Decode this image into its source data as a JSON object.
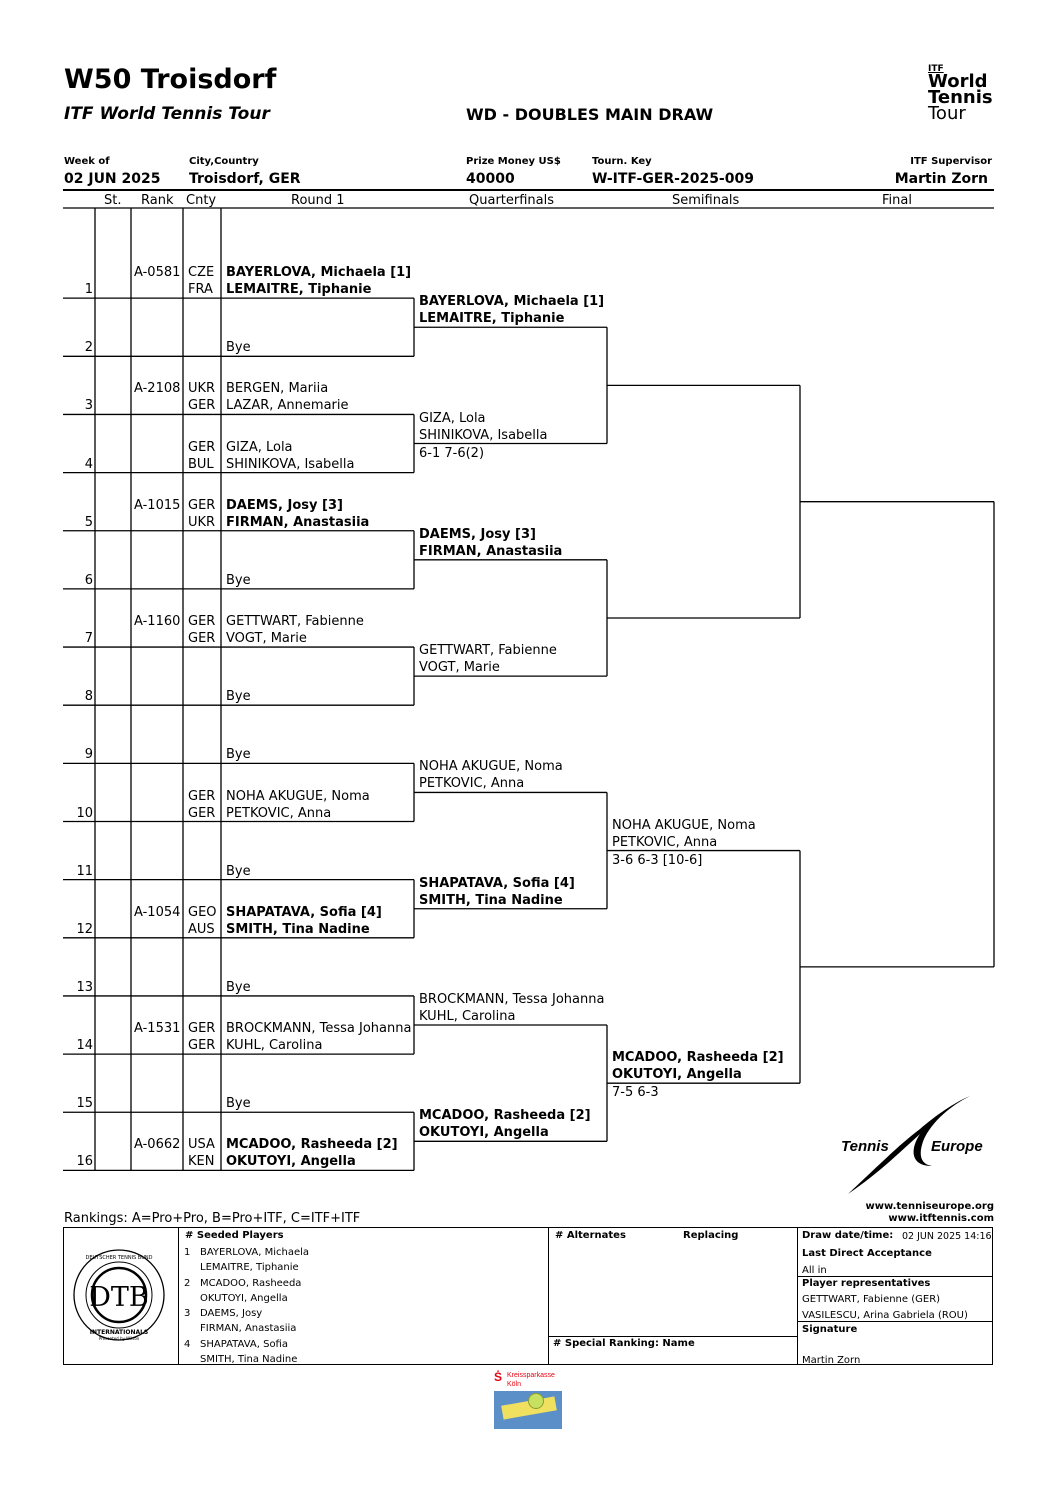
{
  "header": {
    "title": "W50 Troisdorf",
    "subtitle": "ITF World Tennis Tour",
    "draw_name": "WD - DOUBLES MAIN DRAW",
    "week_label": "Week of",
    "week_value": "02 JUN 2025",
    "city_label": "City,Country",
    "city_value": "Troisdorf, GER",
    "prize_label": "Prize Money US$",
    "prize_value": "40000",
    "key_label": "Tourn. Key",
    "key_value": "W-ITF-GER-2025-009",
    "supervisor_label": "ITF Supervisor",
    "supervisor_value": "Martin Zorn"
  },
  "itf_logo": {
    "line1": "ITF",
    "line2": "World",
    "line3": "Tennis",
    "line4": "Tour"
  },
  "columns": {
    "st": "St.",
    "rank": "Rank",
    "cnty": "Cnty",
    "round1": "Round 1",
    "qf": "Quarterfinals",
    "sf": "Semifinals",
    "final": "Final"
  },
  "entries": [
    {
      "num": "1",
      "rank": "A-0581",
      "c1": "CZE",
      "c2": "FRA",
      "p1": "BAYERLOVA, Michaela [1]",
      "p2": "LEMAITRE, Tiphanie",
      "bold": true
    },
    {
      "num": "2",
      "rank": "",
      "c1": "",
      "c2": "",
      "p1": "",
      "p2": "Bye",
      "bold": false
    },
    {
      "num": "3",
      "rank": "A-2108",
      "c1": "UKR",
      "c2": "GER",
      "p1": "BERGEN, Mariia",
      "p2": "LAZAR, Annemarie",
      "bold": false
    },
    {
      "num": "4",
      "rank": "",
      "c1": "GER",
      "c2": "BUL",
      "p1": "GIZA, Lola",
      "p2": "SHINIKOVA, Isabella",
      "bold": false
    },
    {
      "num": "5",
      "rank": "A-1015",
      "c1": "GER",
      "c2": "UKR",
      "p1": "DAEMS, Josy [3]",
      "p2": "FIRMAN, Anastasiia",
      "bold": true
    },
    {
      "num": "6",
      "rank": "",
      "c1": "",
      "c2": "",
      "p1": "",
      "p2": "Bye",
      "bold": false
    },
    {
      "num": "7",
      "rank": "A-1160",
      "c1": "GER",
      "c2": "GER",
      "p1": "GETTWART, Fabienne",
      "p2": "VOGT, Marie",
      "bold": false
    },
    {
      "num": "8",
      "rank": "",
      "c1": "",
      "c2": "",
      "p1": "",
      "p2": "Bye",
      "bold": false
    },
    {
      "num": "9",
      "rank": "",
      "c1": "",
      "c2": "",
      "p1": "",
      "p2": "Bye",
      "bold": false
    },
    {
      "num": "10",
      "rank": "",
      "c1": "GER",
      "c2": "GER",
      "p1": "NOHA AKUGUE, Noma",
      "p2": "PETKOVIC, Anna",
      "bold": false
    },
    {
      "num": "11",
      "rank": "",
      "c1": "",
      "c2": "",
      "p1": "",
      "p2": "Bye",
      "bold": false
    },
    {
      "num": "12",
      "rank": "A-1054",
      "c1": "GEO",
      "c2": "AUS",
      "p1": "SHAPATAVA, Sofia [4]",
      "p2": "SMITH, Tina Nadine",
      "bold": true
    },
    {
      "num": "13",
      "rank": "",
      "c1": "",
      "c2": "",
      "p1": "",
      "p2": "Bye",
      "bold": false
    },
    {
      "num": "14",
      "rank": "A-1531",
      "c1": "GER",
      "c2": "GER",
      "p1": "BROCKMANN, Tessa Johanna",
      "p2": "KUHL, Carolina",
      "bold": false
    },
    {
      "num": "15",
      "rank": "",
      "c1": "",
      "c2": "",
      "p1": "",
      "p2": "Bye",
      "bold": false
    },
    {
      "num": "16",
      "rank": "A-0662",
      "c1": "USA",
      "c2": "KEN",
      "p1": "MCADOO, Rasheeda [2]",
      "p2": "OKUTOYI, Angella",
      "bold": true
    }
  ],
  "qf": [
    {
      "p1": "BAYERLOVA, Michaela [1]",
      "p2": "LEMAITRE, Tiphanie",
      "score": "",
      "bold": true
    },
    {
      "p1": "GIZA, Lola",
      "p2": "SHINIKOVA, Isabella",
      "score": "6-1 7-6(2)",
      "bold": false
    },
    {
      "p1": "DAEMS, Josy [3]",
      "p2": "FIRMAN, Anastasiia",
      "score": "",
      "bold": true
    },
    {
      "p1": "GETTWART, Fabienne",
      "p2": "VOGT, Marie",
      "score": "",
      "bold": false
    },
    {
      "p1": "NOHA AKUGUE, Noma",
      "p2": "PETKOVIC, Anna",
      "score": "",
      "bold": false
    },
    {
      "p1": "SHAPATAVA, Sofia [4]",
      "p2": "SMITH, Tina Nadine",
      "score": "",
      "bold": true
    },
    {
      "p1": "BROCKMANN, Tessa Johanna",
      "p2": "KUHL, Carolina",
      "score": "",
      "bold": false
    },
    {
      "p1": "MCADOO, Rasheeda [2]",
      "p2": "OKUTOYI, Angella",
      "score": "",
      "bold": true
    }
  ],
  "sf": [
    {
      "p1": "NOHA AKUGUE, Noma",
      "p2": "PETKOVIC, Anna",
      "score": "3-6 6-3 [10-6]",
      "bold": false
    },
    {
      "p1": "MCADOO, Rasheeda [2]",
      "p2": "OKUTOYI, Angella",
      "score": "7-5 6-3",
      "bold": true
    }
  ],
  "tennis_europe": {
    "left": "Tennis",
    "right": "Europe",
    "url1": "www.tenniseurope.org",
    "url2": "www.itftennis.com"
  },
  "footer": {
    "rankings": "Rankings: A=Pro+Pro, B=Pro+ITF, C=ITF+ITF",
    "seeded_title": "# Seeded Players",
    "seeded": [
      {
        "n": "1",
        "a": "BAYERLOVA, Michaela",
        "b": "LEMAITRE, Tiphanie"
      },
      {
        "n": "2",
        "a": "MCADOO, Rasheeda",
        "b": "OKUTOYI, Angella"
      },
      {
        "n": "3",
        "a": "DAEMS, Josy",
        "b": "FIRMAN, Anastasiia"
      },
      {
        "n": "4",
        "a": "SHAPATAVA, Sofia",
        "b": "SMITH, Tina Nadine"
      }
    ],
    "alternates": "# Alternates",
    "replacing": "Replacing",
    "special_ranking": "#  Special Ranking: Name",
    "draw_date_label": "Draw date/time:",
    "draw_date_value": "02 JUN 2025 14:16",
    "lda_label": "Last Direct Acceptance",
    "lda_value": "All in",
    "reps_label": "Player representatives",
    "rep1": "GETTWART, Fabienne (GER)",
    "rep2": "VASILESCU, Arina Gabriela (ROU)",
    "signature_label": "Signature",
    "signature_value": "Martin Zorn"
  },
  "dtb_logo": {
    "text": "DTB",
    "ring_top": "DEUTSCHER TENNIS BUND",
    "ring_bottom": "INTERNATIONALS",
    "presented": "Presented by Wilson"
  },
  "sponsor": {
    "line1": "Kreissparkasse",
    "line2": "Köln"
  }
}
